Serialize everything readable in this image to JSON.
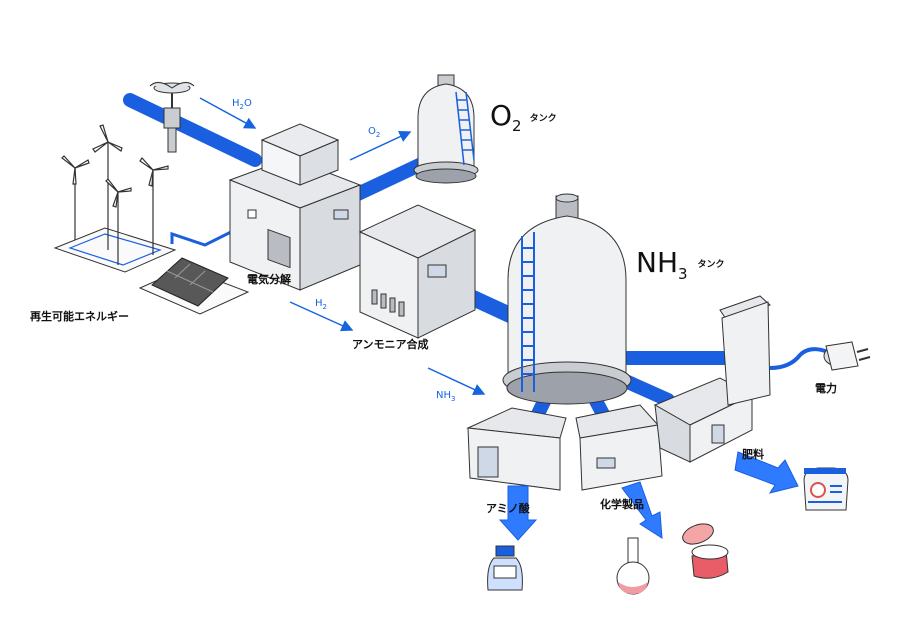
{
  "colors": {
    "pipe": "#1a5fe0",
    "pipe_light": "#2f7bff",
    "arrow": "#1565e0",
    "outline": "#2b2b2b",
    "building_face": "#f0f1f3",
    "building_side": "#d8dbe0",
    "building_top": "#e6e8eb",
    "panel": "#585858"
  },
  "labels": {
    "renewable": "再生可能エネルギー",
    "electrolysis": "電気分解",
    "ammonia_synthesis": "アンモニア合成",
    "electricity": "電力",
    "fertilizer": "肥料",
    "amino_acid": "アミノ酸",
    "chemical_products": "化学製品"
  },
  "flows": {
    "h2o": {
      "main": "H",
      "sub": "2",
      "tail": "O"
    },
    "o2": {
      "main": "O",
      "sub": "2"
    },
    "h2": {
      "main": "H",
      "sub": "2"
    },
    "nh3": {
      "main": "NH",
      "sub": "3"
    }
  },
  "tanks": {
    "o2": {
      "main": "O",
      "sub": "2",
      "word": "タンク"
    },
    "nh3": {
      "main": "NH",
      "sub": "3",
      "word": "タンク"
    }
  },
  "icons": [
    "wind-turbine-icon",
    "solar-panel-icon",
    "water-faucet-icon",
    "power-plug-icon",
    "fertilizer-bag-icon",
    "bottle-icon",
    "flask-icon",
    "cosmetic-jar-icon"
  ]
}
